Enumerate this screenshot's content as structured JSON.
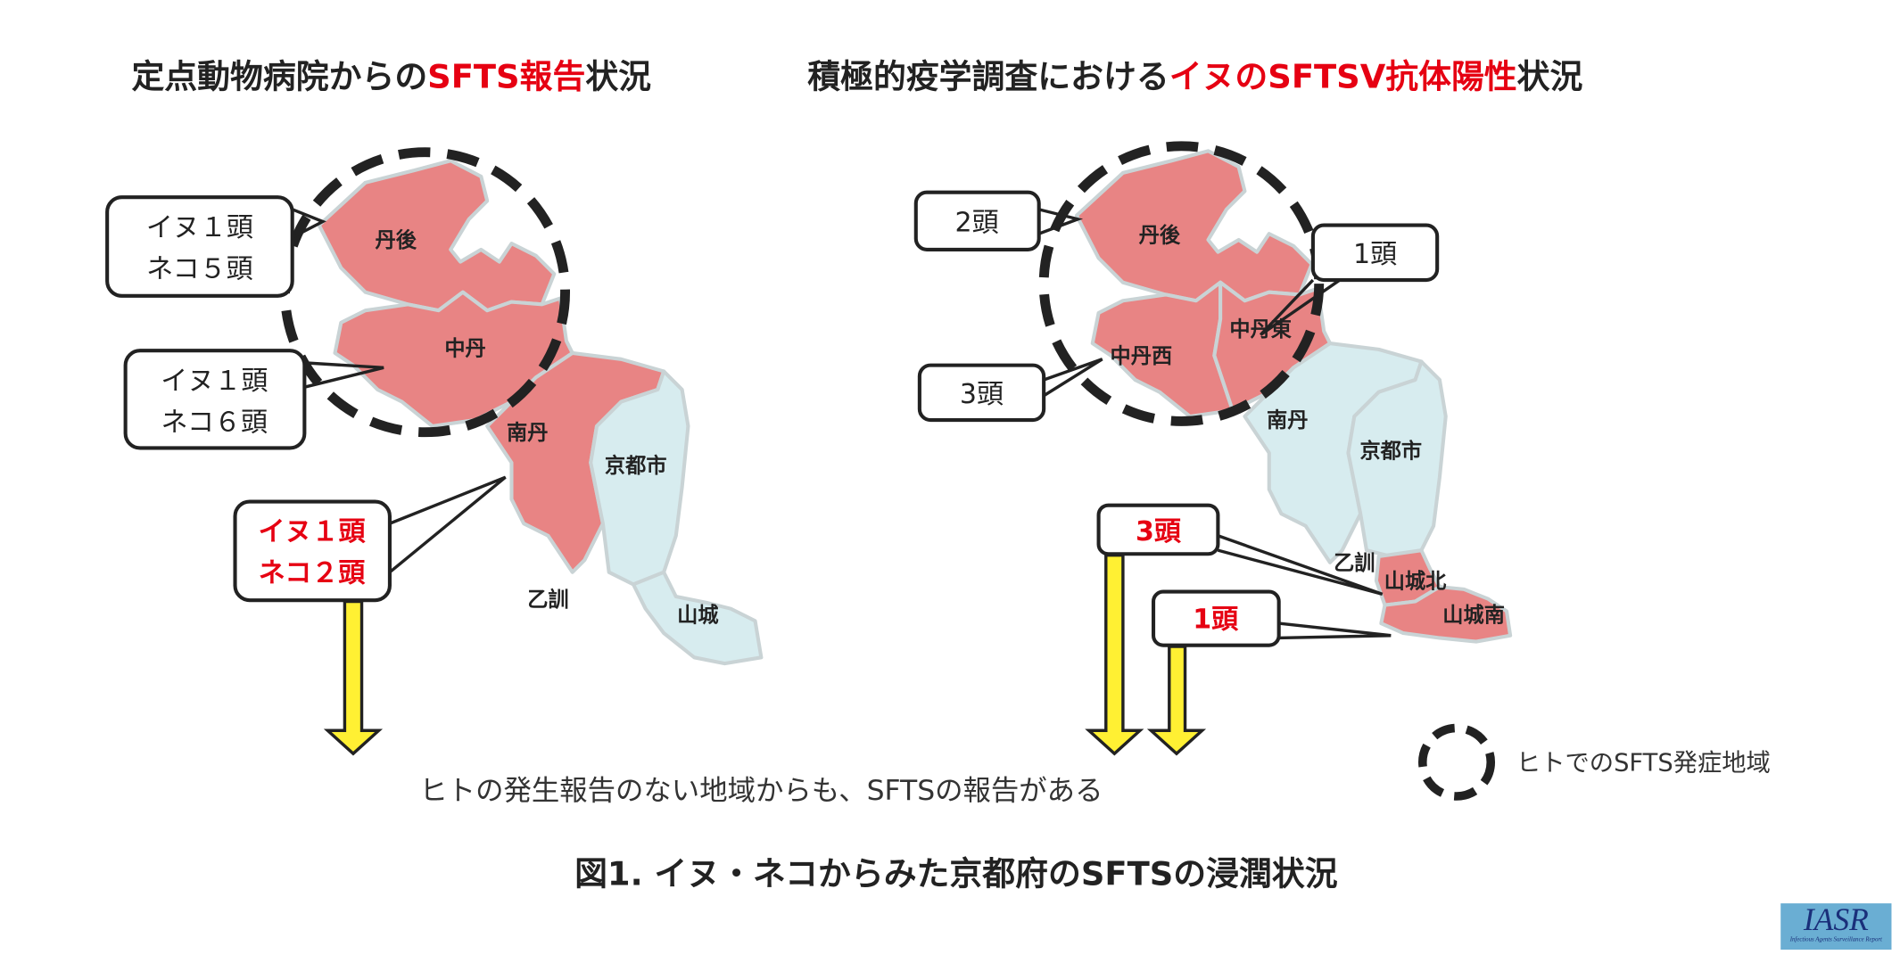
{
  "left_panel": {
    "title_pre": "定点動物病院からの",
    "title_highlight": "SFTS報告",
    "title_post": "状況",
    "regions": {
      "tango": "丹後",
      "chutan": "中丹",
      "nantan": "南丹",
      "kyoto": "京都市",
      "otokuni": "乙訓",
      "yamashiro": "山城"
    },
    "callouts": [
      {
        "line1": "イヌ１頭",
        "line2": "ネコ５頭"
      },
      {
        "line1": "イヌ１頭",
        "line2": "ネコ６頭"
      },
      {
        "line1": "イヌ１頭",
        "line2": "ネコ２頭"
      }
    ]
  },
  "right_panel": {
    "title_pre": "積極的疫学調査における",
    "title_highlight": "イヌのSFTSV抗体陽性",
    "title_post": "状況",
    "regions": {
      "tango": "丹後",
      "chutan_east": "中丹東",
      "chutan_west": "中丹西",
      "nantan": "南丹",
      "kyoto": "京都市",
      "otokuni": "乙訓",
      "yamashiro_north": "山城北",
      "yamashiro_south": "山城南"
    },
    "callouts": [
      "2頭",
      "1頭",
      "3頭",
      "3頭",
      "1頭"
    ]
  },
  "note": "ヒトの発生報告のない地域からも、SFTSの報告がある",
  "legend": "ヒトでのSFTS発症地域",
  "caption": "図1. イヌ・ネコからみた京都府のSFTSの浸潤状況",
  "logo": {
    "main": "IASR",
    "sub": "Infectious Agents Surveillance Report"
  },
  "colors": {
    "positive": "#e88484",
    "negative": "#d7ecef",
    "highlight": "#e60012",
    "arrow": "#fff033"
  }
}
